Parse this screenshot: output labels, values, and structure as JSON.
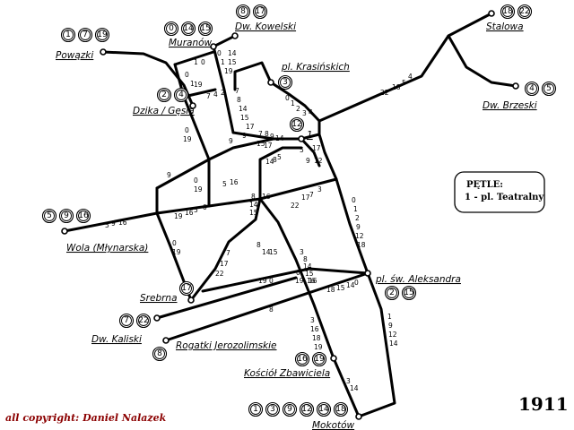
{
  "year": "1911",
  "copyright": "all copyright: Daniel Nalazek",
  "legend": {
    "title": "PĘTLE:",
    "entry": "1 - pl. Teatralny"
  },
  "stops": [
    {
      "id": "powazki",
      "name": "Powązki",
      "lines": [
        "1",
        "7",
        "19"
      ]
    },
    {
      "id": "muranow",
      "name": "Muranów",
      "lines": [
        "0",
        "14",
        "15"
      ]
    },
    {
      "id": "dw-kowelski",
      "name": "Dw. Kowelski",
      "lines": [
        "8",
        "17"
      ]
    },
    {
      "id": "stalowa",
      "name": "Stalowa",
      "lines": [
        "18",
        "22"
      ]
    },
    {
      "id": "pl-krasinskich",
      "name": "pl. Krasińskich",
      "lines": [
        "3"
      ]
    },
    {
      "id": "dw-brzeski",
      "name": "Dw. Brzeski",
      "lines": [
        "4",
        "5"
      ]
    },
    {
      "id": "dzika-gesia",
      "name": "Dzika / Gęsia",
      "lines": [
        "2",
        "4"
      ]
    },
    {
      "id": "pl-teatralny",
      "name": "1",
      "lines": [
        "12"
      ]
    },
    {
      "id": "wola",
      "name": "Wola (Młynarska)",
      "lines": [
        "5",
        "9",
        "16"
      ]
    },
    {
      "id": "pl-sw-aleksandra",
      "name": "pl. św. Aleksandra",
      "lines": [
        "2",
        "15"
      ]
    },
    {
      "id": "srebrna",
      "name": "Srebrna",
      "lines": [
        "17"
      ]
    },
    {
      "id": "dw-kaliski",
      "name": "Dw. Kaliski",
      "lines": [
        "7",
        "22"
      ]
    },
    {
      "id": "rogatki",
      "name": "Rogatki Jerozolimskie",
      "lines": [
        "8"
      ]
    },
    {
      "id": "kosciol-zbawiciela",
      "name": "Kościół Zbawiciela",
      "lines": [
        "16",
        "19"
      ]
    },
    {
      "id": "mokotow",
      "name": "Mokotów",
      "lines": [
        "1",
        "3",
        "9",
        "12",
        "14",
        "18"
      ]
    }
  ],
  "segment_labels": [
    {
      "id": "muranow-a",
      "text": "0"
    },
    {
      "id": "muranow-b",
      "text": "14"
    },
    {
      "id": "muranow-c",
      "text": "1"
    },
    {
      "id": "muranow-d",
      "text": "15"
    },
    {
      "id": "muranow-e",
      "text": "19"
    },
    {
      "id": "mur2-a",
      "text": "1"
    },
    {
      "id": "mur2-b",
      "text": "0"
    },
    {
      "id": "powazki-a",
      "text": "0"
    },
    {
      "id": "powazki-b",
      "text": "1"
    },
    {
      "id": "powazki-c",
      "text": "19"
    },
    {
      "id": "dzika-a",
      "text": "7"
    },
    {
      "id": "dzika-b",
      "text": "4"
    },
    {
      "id": "dzika-c",
      "text": "2"
    },
    {
      "id": "nal-a",
      "text": "7"
    },
    {
      "id": "nal-b",
      "text": "8"
    },
    {
      "id": "nal-c",
      "text": "14"
    },
    {
      "id": "nal-d",
      "text": "15"
    },
    {
      "id": "nal-e",
      "text": "17"
    },
    {
      "id": "nal-f",
      "text": "9"
    },
    {
      "id": "krak-a",
      "text": "0"
    },
    {
      "id": "krak-b",
      "text": "1"
    },
    {
      "id": "krak-c",
      "text": "2"
    },
    {
      "id": "krak-d",
      "text": "3"
    },
    {
      "id": "krak-e",
      "text": "4"
    },
    {
      "id": "stal-a",
      "text": "22"
    },
    {
      "id": "stal-b",
      "text": "18"
    },
    {
      "id": "stal-c",
      "text": "5"
    },
    {
      "id": "stal-d",
      "text": "4"
    },
    {
      "id": "zel-a",
      "text": "0"
    },
    {
      "id": "zel-b",
      "text": "19"
    },
    {
      "id": "zel-c",
      "text": "9"
    },
    {
      "id": "sen-a",
      "text": "7"
    },
    {
      "id": "sen-b",
      "text": "8"
    },
    {
      "id": "sen-c",
      "text": "9"
    },
    {
      "id": "sen-d",
      "text": "14"
    },
    {
      "id": "sen-e",
      "text": "15"
    },
    {
      "id": "sen-f",
      "text": "17"
    },
    {
      "id": "mz-a",
      "text": "14"
    },
    {
      "id": "mz-b",
      "text": "8"
    },
    {
      "id": "mz-c",
      "text": "5"
    },
    {
      "id": "teat-a",
      "text": "5"
    },
    {
      "id": "teat-b",
      "text": "9"
    },
    {
      "id": "teat-c",
      "text": "12"
    },
    {
      "id": "teat-d",
      "text": "17"
    },
    {
      "id": "wl-a",
      "text": "9"
    },
    {
      "id": "wl-b",
      "text": "0"
    },
    {
      "id": "wl-c",
      "text": "19"
    },
    {
      "id": "wl-d",
      "text": "5"
    },
    {
      "id": "wl-e",
      "text": "16"
    },
    {
      "id": "mid-a",
      "text": "8"
    },
    {
      "id": "mid-b",
      "text": "14"
    },
    {
      "id": "mid-c",
      "text": "15"
    },
    {
      "id": "mid-d",
      "text": "16"
    },
    {
      "id": "tw-a",
      "text": "22"
    },
    {
      "id": "tw-b",
      "text": "17"
    },
    {
      "id": "tw-c",
      "text": "7"
    },
    {
      "id": "tw-d",
      "text": "3"
    },
    {
      "id": "wola-a",
      "text": "5"
    },
    {
      "id": "wola-b",
      "text": "9"
    },
    {
      "id": "wola-c",
      "text": "16"
    },
    {
      "id": "wola2-a",
      "text": "19"
    },
    {
      "id": "wola2-b",
      "text": "16"
    },
    {
      "id": "wola2-c",
      "text": "5"
    },
    {
      "id": "wola2-d",
      "text": "0"
    },
    {
      "id": "ns-a",
      "text": "0"
    },
    {
      "id": "ns-b",
      "text": "1"
    },
    {
      "id": "ns-c",
      "text": "2"
    },
    {
      "id": "ns-d",
      "text": "9"
    },
    {
      "id": "ns-e",
      "text": "12"
    },
    {
      "id": "ns-f",
      "text": "18"
    },
    {
      "id": "ciep-a",
      "text": "0"
    },
    {
      "id": "ciep-b",
      "text": "19"
    },
    {
      "id": "bz-a",
      "text": "8"
    },
    {
      "id": "bz-b",
      "text": "14"
    },
    {
      "id": "bz-c",
      "text": "15"
    },
    {
      "id": "zl-a",
      "text": "3"
    },
    {
      "id": "zl-b",
      "text": "8"
    },
    {
      "id": "zl-c",
      "text": "14"
    },
    {
      "id": "zl-d",
      "text": "15"
    },
    {
      "id": "zl-e",
      "text": "16"
    },
    {
      "id": "sr-a",
      "text": "7"
    },
    {
      "id": "sr-b",
      "text": "17"
    },
    {
      "id": "sr-c",
      "text": "22"
    },
    {
      "id": "ch-a",
      "text": "19"
    },
    {
      "id": "ch-b",
      "text": "0"
    },
    {
      "id": "ch2-a",
      "text": "0"
    },
    {
      "id": "ch2-b",
      "text": "19"
    },
    {
      "id": "ch2-c",
      "text": "16"
    },
    {
      "id": "al-a",
      "text": "18"
    },
    {
      "id": "al-b",
      "text": "15"
    },
    {
      "id": "al-c",
      "text": "14"
    },
    {
      "id": "al-d",
      "text": "0"
    },
    {
      "id": "jer-a",
      "text": "8"
    },
    {
      "id": "mk-a",
      "text": "3"
    },
    {
      "id": "mk-b",
      "text": "16"
    },
    {
      "id": "mk-c",
      "text": "18"
    },
    {
      "id": "mk-d",
      "text": "19"
    },
    {
      "id": "mk2-a",
      "text": "3"
    },
    {
      "id": "mk2-b",
      "text": "14"
    },
    {
      "id": "uj-a",
      "text": "1"
    },
    {
      "id": "uj-b",
      "text": "9"
    },
    {
      "id": "uj-c",
      "text": "12"
    },
    {
      "id": "uj-d",
      "text": "14"
    }
  ]
}
